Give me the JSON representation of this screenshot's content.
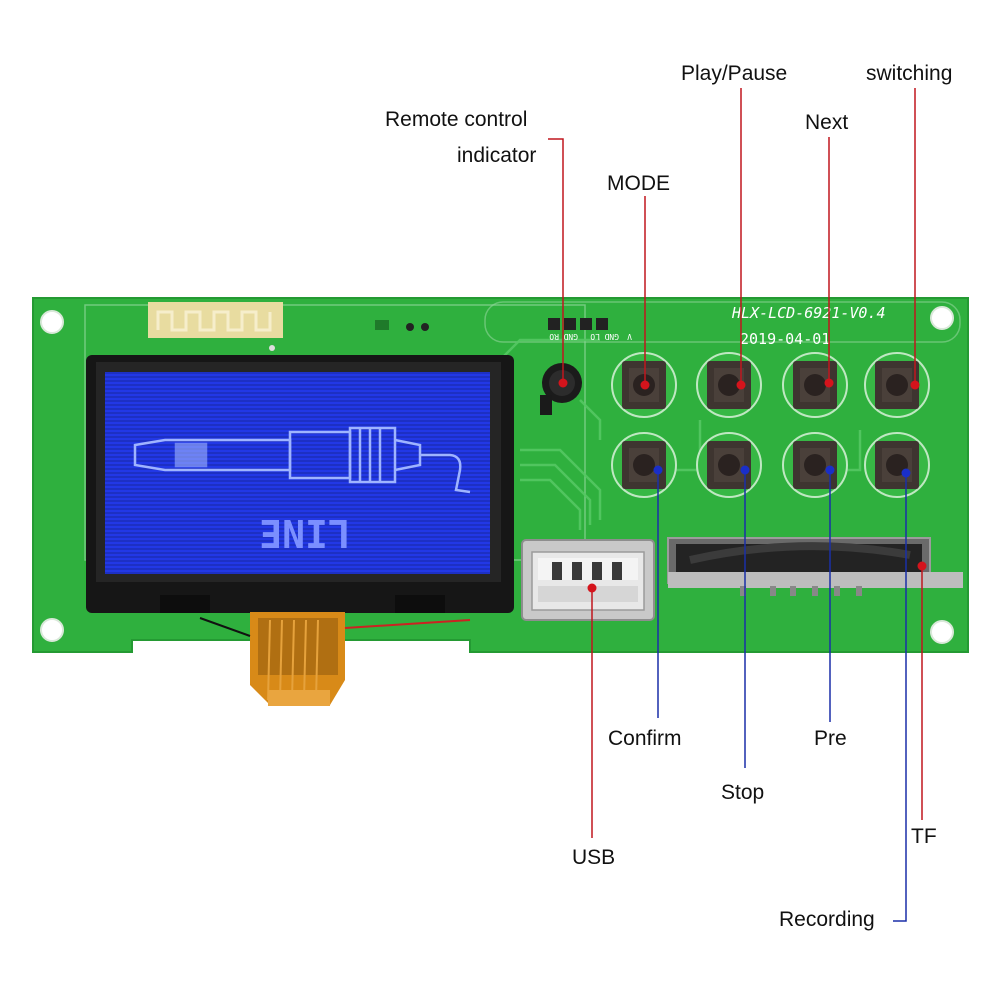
{
  "board": {
    "silkscreen_model": "HLX-LCD-6921-V0.4",
    "silkscreen_date": "2019-04-01",
    "header_pins": [
      "RO",
      "GND",
      "LO",
      "GND",
      "V"
    ]
  },
  "lcd": {
    "mode_text": "LINE"
  },
  "labels": {
    "remote_line1": "Remote control",
    "remote_line2": "indicator",
    "mode": "MODE",
    "play_pause": "Play/Pause",
    "next": "Next",
    "switching": "switching",
    "confirm": "Confirm",
    "stop": "Stop",
    "pre": "Pre",
    "usb": "USB",
    "tf": "TF",
    "recording": "Recording"
  },
  "colors": {
    "pcb": "#2fb03e",
    "lcd_screen": "#2238e6",
    "lcd_graphic": "#9fb4ff",
    "leader_red": "#c0161e",
    "leader_blue": "#1a2fa8"
  }
}
